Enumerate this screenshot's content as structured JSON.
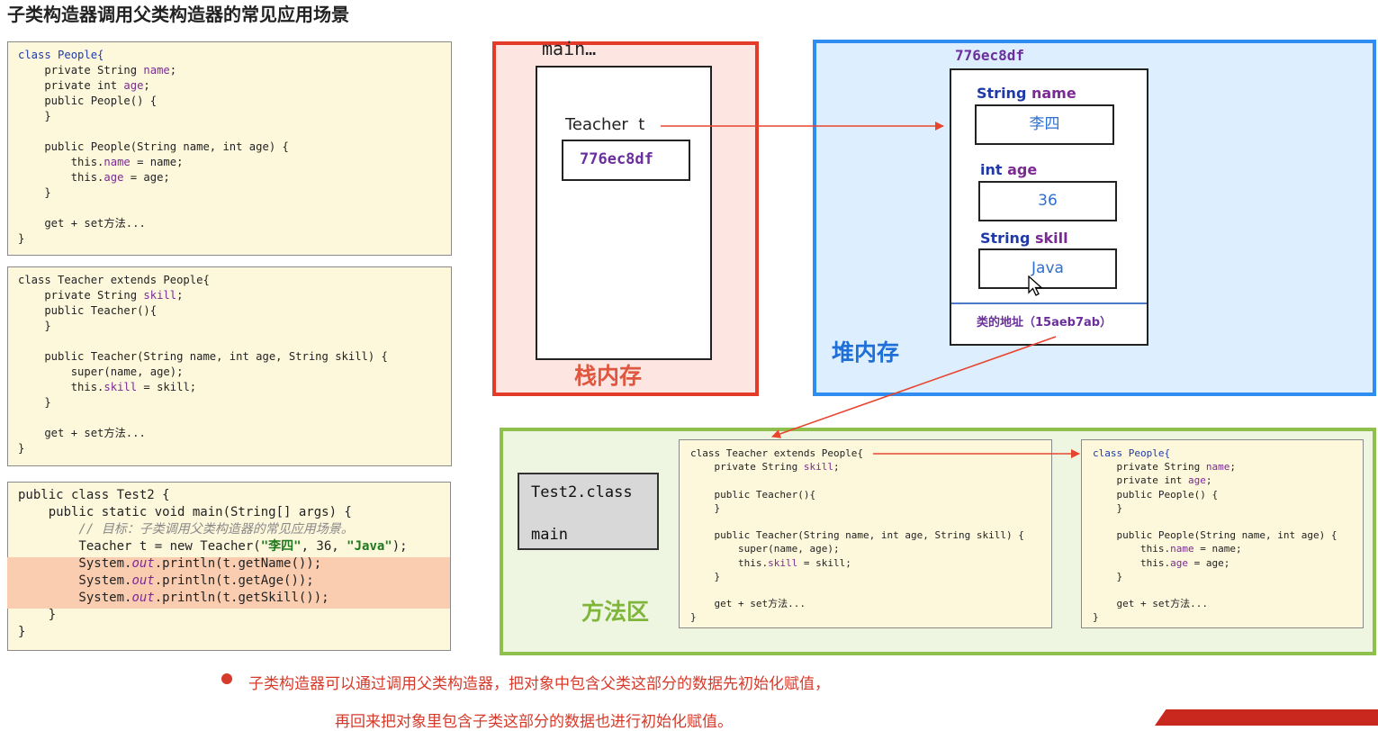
{
  "page": {
    "title": "子类构造器调用父类构造器的常见应用场景"
  },
  "code_people": {
    "l1": "class People{",
    "l2a": "    private String ",
    "l2b": "name",
    "l2c": ";",
    "l3a": "    private int ",
    "l3b": "age",
    "l3c": ";",
    "l4": "    public People() {",
    "l5": "    }",
    "l6": "",
    "l7": "    public People(String name, int age) {",
    "l8a": "        this.",
    "l8b": "name",
    "l8c": " = name;",
    "l9a": "        this.",
    "l9b": "age",
    "l9c": " = age;",
    "l10": "    }",
    "l11": "",
    "l12a": "    get + set",
    "l12b": "方法...",
    "l13": "}"
  },
  "code_teacher": {
    "l1": "class Teacher extends People{",
    "l2a": "    private String ",
    "l2b": "skill",
    "l2c": ";",
    "l3": "    public Teacher(){",
    "l4": "    }",
    "l5": "",
    "l6": "    public Teacher(String name, int age, String skill) {",
    "l7": "        super(name, age);",
    "l8a": "        this.",
    "l8b": "skill",
    "l8c": " = skill;",
    "l9": "    }",
    "l10": "",
    "l11a": "    get + set",
    "l11b": "方法...",
    "l12": "}"
  },
  "code_test2": {
    "l1": "public class Test2 {",
    "l2": "    public static void main(String[] args) {",
    "l3": "        // 目标：子类调用父类构造器的常见应用场景。",
    "l4a": "        Teacher t = new Teacher(",
    "l4b": "\"李四\"",
    "l4c": ", 36, ",
    "l4d": "\"Java\"",
    "l4e": ");",
    "l5a": "        System.",
    "l5b": "out",
    "l5c": ".println(t.getName());",
    "l6a": "        System.",
    "l6b": "out",
    "l6c": ".println(t.getAge());",
    "l7a": "        System.",
    "l7b": "out",
    "l7c": ".println(t.getSkill());",
    "l8": "    }",
    "l9": "}"
  },
  "stack": {
    "frame_label": "main…",
    "var_label": "Teacher  t",
    "var_value": "776ec8df",
    "region_label": "栈内存"
  },
  "heap": {
    "address": "776ec8df",
    "fields": [
      {
        "type": "String",
        "name": "name",
        "value": "李四"
      },
      {
        "type": "int",
        "name": "age",
        "value": "36"
      },
      {
        "type": "String",
        "name": "skill",
        "value": "Java"
      }
    ],
    "class_addr": "类的地址（15aeb7ab）",
    "region_label": "堆内存"
  },
  "method_area": {
    "test2_class": "Test2.class",
    "test2_main": "main",
    "region_label": "方法区"
  },
  "notes": {
    "line1": "子类构造器可以通过调用父类构造器，把对象中包含父类这部分的数据先初始化赋值，",
    "line2": "再回来把对象里包含子类这部分的数据也进行初始化赋值。"
  },
  "colors": {
    "stack_border": "#e23b2a",
    "heap_border": "#2f8cf0",
    "method_border": "#8fbf4d",
    "arrow": "#e8452f",
    "highlight": "#fbcdb0"
  }
}
